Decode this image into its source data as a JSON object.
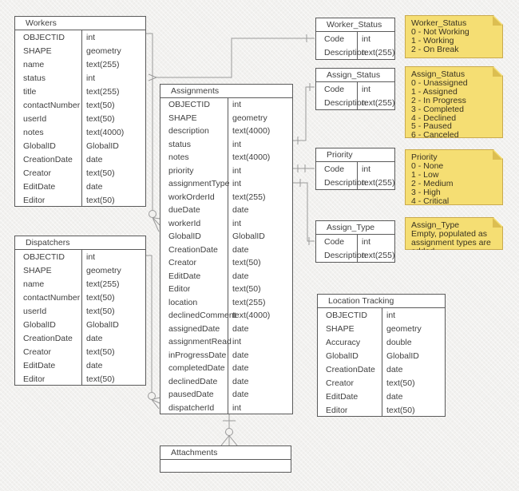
{
  "diagram": {
    "colors": {
      "background": "#f2f1ef",
      "table_fill": "#ffffff",
      "table_border": "#5a5a5a",
      "connector": "#9a9a9a",
      "note_fill": "#f5de73",
      "note_border": "#c9aa4e",
      "note_fold": "#dcbe51",
      "text": "#3f3f3f"
    },
    "tables": [
      {
        "id": "workers",
        "title": "Workers",
        "fields": [
          [
            "OBJECTID",
            "int"
          ],
          [
            "SHAPE",
            "geometry"
          ],
          [
            "name",
            "text(255)"
          ],
          [
            "status",
            "int"
          ],
          [
            "title",
            "text(255)"
          ],
          [
            "contactNumber",
            "text(50)"
          ],
          [
            "userId",
            "text(50)"
          ],
          [
            "notes",
            "text(4000)"
          ],
          [
            "GlobalID",
            "GlobalID"
          ],
          [
            "CreationDate",
            "date"
          ],
          [
            "Creator",
            "text(50)"
          ],
          [
            "EditDate",
            "date"
          ],
          [
            "Editor",
            "text(50)"
          ]
        ]
      },
      {
        "id": "dispatchers",
        "title": "Dispatchers",
        "fields": [
          [
            "OBJECTID",
            "int"
          ],
          [
            "SHAPE",
            "geometry"
          ],
          [
            "name",
            "text(255)"
          ],
          [
            "contactNumber",
            "text(50)"
          ],
          [
            "userId",
            "text(50)"
          ],
          [
            "GlobalID",
            "GlobalID"
          ],
          [
            "CreationDate",
            "date"
          ],
          [
            "Creator",
            "text(50)"
          ],
          [
            "EditDate",
            "date"
          ],
          [
            "Editor",
            "text(50)"
          ]
        ]
      },
      {
        "id": "assignments",
        "title": "Assignments",
        "fields": [
          [
            "OBJECTID",
            "int"
          ],
          [
            "SHAPE",
            "geometry"
          ],
          [
            "description",
            "text(4000)"
          ],
          [
            "status",
            "int"
          ],
          [
            "notes",
            "text(4000)"
          ],
          [
            "priority",
            "int"
          ],
          [
            "assignmentType",
            "int"
          ],
          [
            "workOrderId",
            "text(255)"
          ],
          [
            "dueDate",
            "date"
          ],
          [
            "workerId",
            "int"
          ],
          [
            "GlobalID",
            "GlobalID"
          ],
          [
            "CreationDate",
            "date"
          ],
          [
            "Creator",
            "text(50)"
          ],
          [
            "EditDate",
            "date"
          ],
          [
            "Editor",
            "text(50)"
          ],
          [
            "location",
            "text(255)"
          ],
          [
            "declinedComment",
            "text(4000)"
          ],
          [
            "assignedDate",
            "date"
          ],
          [
            "assignmentRead",
            "int"
          ],
          [
            "inProgressDate",
            "date"
          ],
          [
            "completedDate",
            "date"
          ],
          [
            "declinedDate",
            "date"
          ],
          [
            "pausedDate",
            "date"
          ],
          [
            "dispatcherId",
            "int"
          ]
        ]
      },
      {
        "id": "worker-status",
        "title": "Worker_Status",
        "fields": [
          [
            "Code",
            "int"
          ],
          [
            "Description",
            "text(255)"
          ]
        ]
      },
      {
        "id": "assign-status",
        "title": "Assign_Status",
        "fields": [
          [
            "Code",
            "int"
          ],
          [
            "Description",
            "text(255)"
          ]
        ]
      },
      {
        "id": "priority",
        "title": "Priority",
        "fields": [
          [
            "Code",
            "int"
          ],
          [
            "Description",
            "text(255)"
          ]
        ]
      },
      {
        "id": "assign-type",
        "title": "Assign_Type",
        "fields": [
          [
            "Code",
            "int"
          ],
          [
            "Description",
            "text(255)"
          ]
        ]
      },
      {
        "id": "location-tracking",
        "title": "Location Tracking",
        "fields": [
          [
            "OBJECTID",
            "int"
          ],
          [
            "SHAPE",
            "geometry"
          ],
          [
            "Accuracy",
            "double"
          ],
          [
            "GlobalID",
            "GlobalID"
          ],
          [
            "CreationDate",
            "date"
          ],
          [
            "Creator",
            "text(50)"
          ],
          [
            "EditDate",
            "date"
          ],
          [
            "Editor",
            "text(50)"
          ]
        ]
      },
      {
        "id": "attachments",
        "title": "Attachments",
        "fields": [
          [
            "",
            ""
          ]
        ]
      }
    ],
    "notes": [
      {
        "id": "note-worker-status",
        "lines": [
          "Worker_Status",
          "0 - Not Working",
          "1 - Working",
          "2 - On Break"
        ]
      },
      {
        "id": "note-assign-status",
        "lines": [
          "Assign_Status",
          "0 - Unassigned",
          "1 - Assigned",
          "2 - In Progress",
          "3 - Completed",
          "4 - Declined",
          "5 - Paused",
          "6 - Canceled"
        ]
      },
      {
        "id": "note-priority",
        "lines": [
          "Priority",
          "0 - None",
          "1 - Low",
          "2 - Medium",
          "3 - High",
          "4 - Critical"
        ]
      },
      {
        "id": "note-assign-type",
        "lines": [
          "Assign_Type",
          "Empty, populated as assignment types are added"
        ]
      }
    ]
  }
}
